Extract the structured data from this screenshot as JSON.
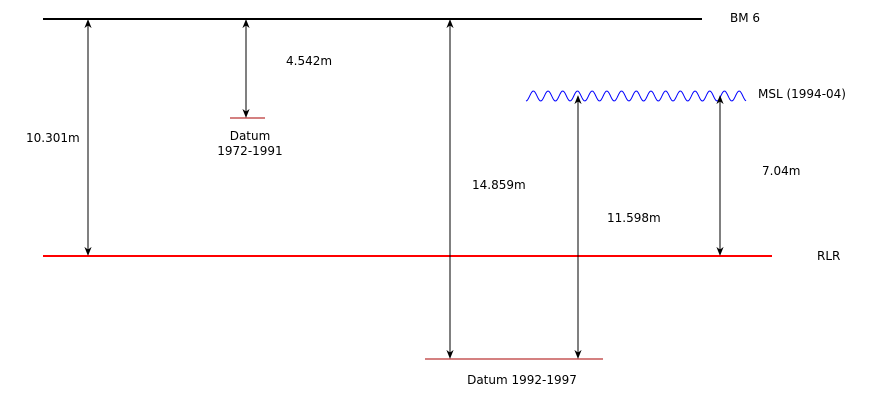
{
  "levels": {
    "bm6": "BM 6",
    "msl": "MSL (1994-04)",
    "rlr": "RLR",
    "datum_1972_1991": [
      "Datum",
      "1972-1991"
    ],
    "datum_1992_1997": "Datum 1992-1997"
  },
  "distances": {
    "bm6_to_rlr": "10.301m",
    "bm6_to_datum_1972_1991": "4.542m",
    "bm6_to_datum_1992_1997": "14.859m",
    "msl_to_datum_1992_1997": "11.598m",
    "msl_to_rlr": "7.04m"
  },
  "colors": {
    "bm6_line": "#000000",
    "rlr_line": "#ff0000",
    "datum_line": "#aa0000",
    "msl_wave": "#0000ff",
    "arrow": "#000000"
  }
}
